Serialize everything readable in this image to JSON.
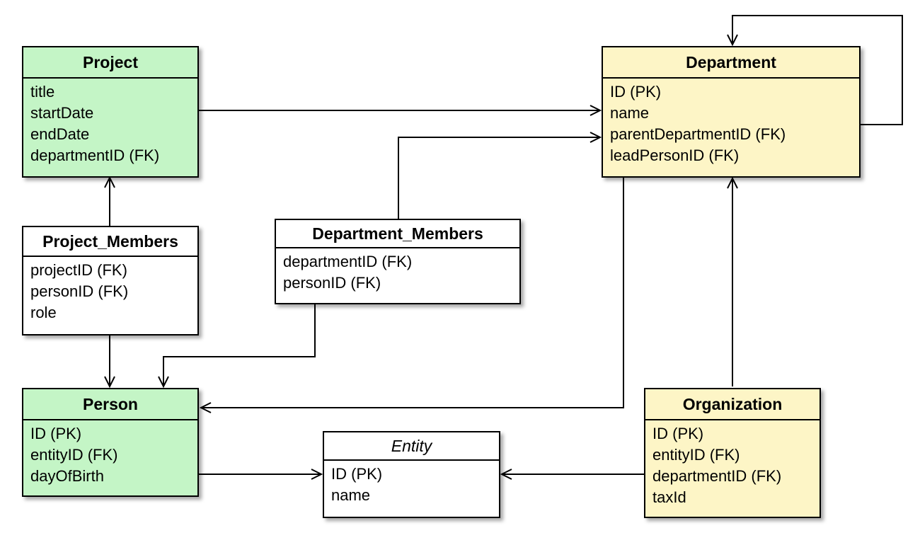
{
  "colors": {
    "green": "#c4f5c6",
    "yellow": "#fdf5c6",
    "white": "#ffffff",
    "line": "#000000"
  },
  "entities": {
    "project": {
      "title": "Project",
      "fields": [
        "title",
        "startDate",
        "endDate",
        "departmentID (FK)"
      ]
    },
    "department": {
      "title": "Department",
      "fields": [
        "ID (PK)",
        "name",
        "parentDepartmentID (FK)",
        "leadPersonID (FK)"
      ]
    },
    "project_members": {
      "title": "Project_Members",
      "fields": [
        "projectID (FK)",
        "personID (FK)",
        "role"
      ]
    },
    "department_members": {
      "title": "Department_Members",
      "fields": [
        "departmentID (FK)",
        "personID (FK)"
      ]
    },
    "person": {
      "title": "Person",
      "fields": [
        "ID (PK)",
        "entityID (FK)",
        "dayOfBirth"
      ]
    },
    "entity": {
      "title": "Entity",
      "fields": [
        "ID (PK)",
        "name"
      ]
    },
    "organization": {
      "title": "Organization",
      "fields": [
        "ID (PK)",
        "entityID (FK)",
        "departmentID (FK)",
        "taxId"
      ]
    }
  }
}
